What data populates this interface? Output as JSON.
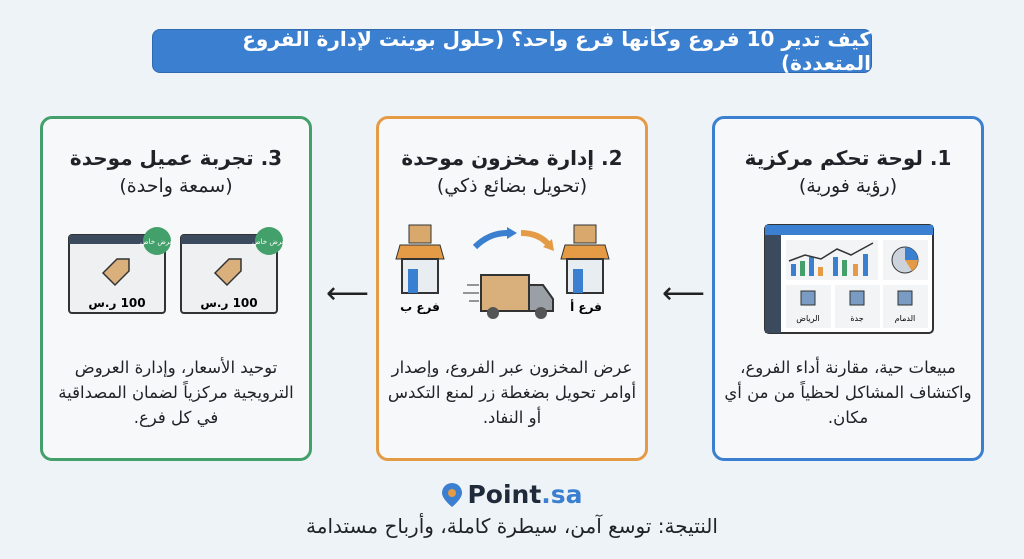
{
  "title": "كيف تدير 10 فروع وكأنها فرع واحد؟ (حلول بوينت لإدارة الفروع المتعددة)",
  "cards": [
    {
      "heading": "1. لوحة تحكم مركزية",
      "subheading": "(رؤية فورية)",
      "description": "مبيعات حية، مقارنة أداء الفروع، واكتشاف المشاكل لحظياً من من أي مكان.",
      "branches": [
        "الرياض",
        "جدة",
        "الدمام"
      ]
    },
    {
      "heading": "2. إدارة مخزون موحدة",
      "subheading": "(تحويل بضائع ذكي)",
      "description": "عرض المخزون عبر الفروع، وإصدار أوامر تحويل بضغطة زر لمنع التكدس أو النفاد.",
      "branch_b": "فرع ب",
      "branch_a": "فرع أ"
    },
    {
      "heading": "3. تجربة عميل موحدة",
      "subheading": "(سمعة واحدة)",
      "description": "توحيد الأسعار، وإدارة العروض الترويجية مركزياً لضمان المصداقية في كل فرع.",
      "badge": "عرض خاص",
      "price": "100 ر.س"
    }
  ],
  "arrow": "⟵",
  "logo": {
    "name": "Point",
    "tld": ".sa"
  },
  "footer": "النتيجة: توسع آمن، سيطرة كاملة، وأرباح مستدامة",
  "colors": {
    "blue": "#3b7fd0",
    "orange": "#e59a45",
    "green": "#43a06a"
  }
}
